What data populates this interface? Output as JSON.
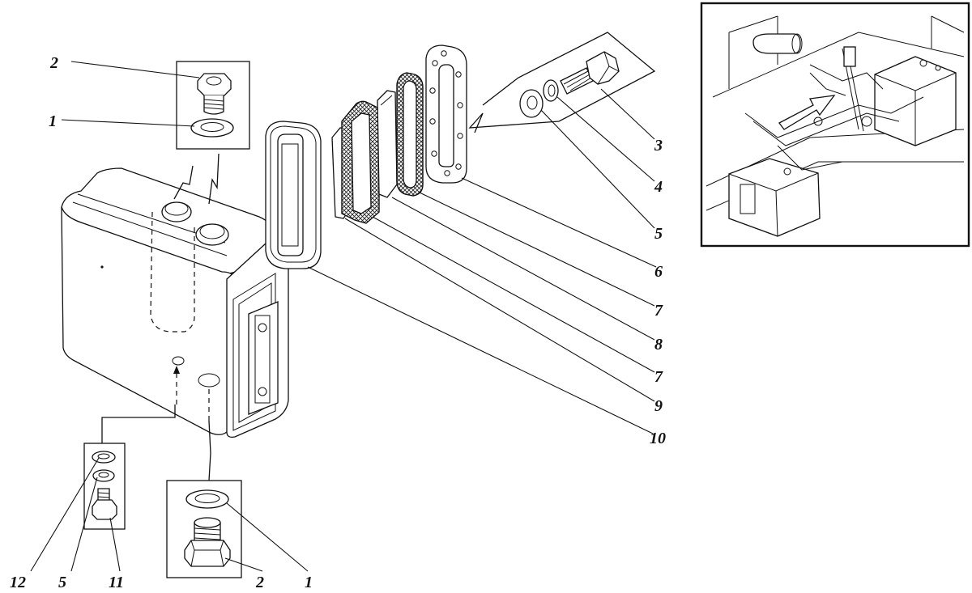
{
  "callouts": {
    "top_nut": "2",
    "top_washer": "1",
    "bolt": "3",
    "lock_washer": "4",
    "flat_washer_right": "5",
    "cover_plate": "6",
    "gasket_outer": "7",
    "glass": "8",
    "gasket_inner": "7",
    "frame": "9",
    "base_frame": "10",
    "drain_washer": "12",
    "drain_washer_small": "5",
    "drain_plug": "11",
    "bottom_nut": "2",
    "bottom_washer": "1"
  },
  "icons": [
    "tank-body",
    "inset-locator-view",
    "locator-arrow"
  ]
}
